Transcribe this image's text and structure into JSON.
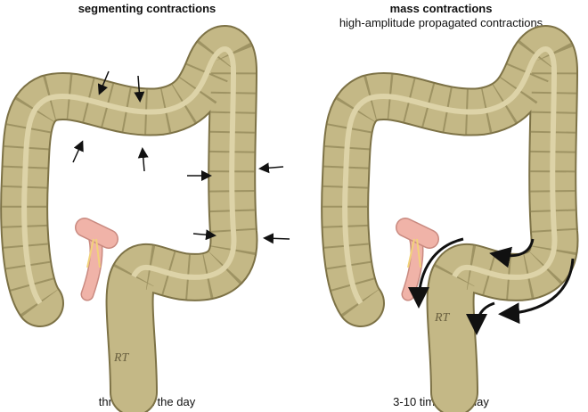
{
  "left_panel": {
    "title": "segmenting contractions",
    "caption": "throughout the day",
    "signature": "RT"
  },
  "right_panel": {
    "title": "mass contractions",
    "subtitle": "high-amplitude propagated contractions",
    "caption": "3-10 times per day",
    "signature": "RT"
  },
  "colors": {
    "colon_fill": "#c4b886",
    "colon_outline": "#7d7246",
    "appendix": "#f0b3a8",
    "arrow": "#111111"
  }
}
